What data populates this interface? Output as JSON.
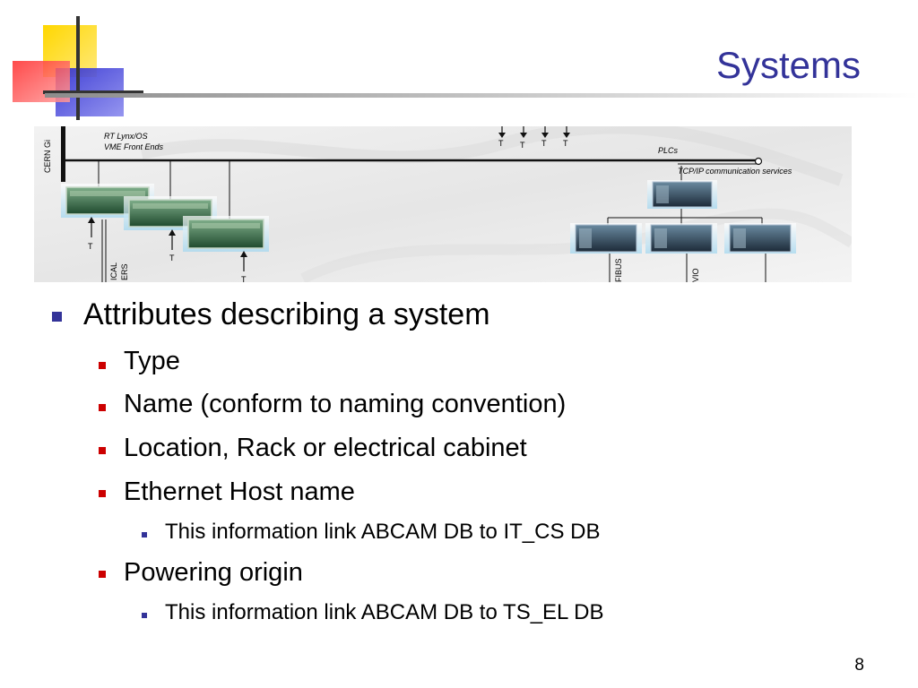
{
  "slide": {
    "title": "Systems",
    "page_number": "8"
  },
  "diagram": {
    "network_label": "CERN Gi",
    "frontend_label_line1": "RT Lynx/OS",
    "frontend_label_line2": "VME Front Ends",
    "plcs_label": "PLCs",
    "tcpip_label": "TCP/IP communication services",
    "terminal_marker": "T",
    "vertical_label_1": "ICAL",
    "vertical_label_2": "ERS",
    "vertical_label_3": "FIBUS",
    "vertical_label_4": "VIO"
  },
  "content": {
    "heading": "Attributes describing a system",
    "items": [
      {
        "label": "Type"
      },
      {
        "label": "Name (conform to naming convention)"
      },
      {
        "label": "Location, Rack or electrical cabinet"
      },
      {
        "label": "Ethernet Host name",
        "sub": "This information link ABCAM DB to IT_CS DB"
      },
      {
        "label": "Powering origin",
        "sub": "This information link ABCAM DB to TS_EL DB"
      }
    ]
  },
  "colors": {
    "title": "#333399",
    "level1_bullet": "#333399",
    "level2_bullet": "#cc0000",
    "level3_bullet": "#333399",
    "logo_yellow": "#ffd700",
    "logo_red": "#ff3333",
    "logo_blue": "#3333cc"
  }
}
